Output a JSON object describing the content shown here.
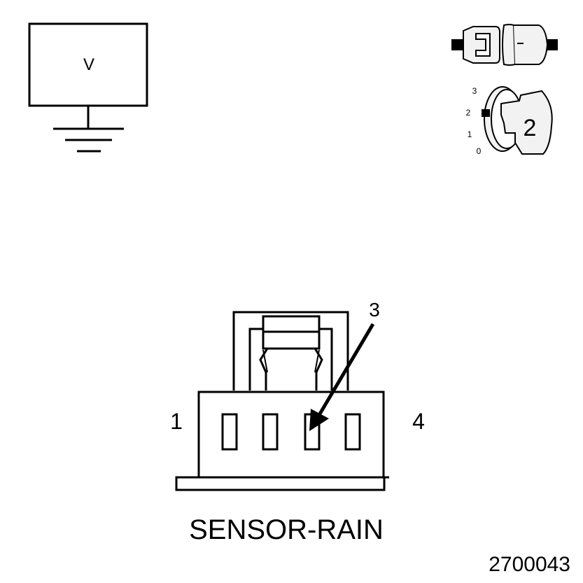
{
  "voltmeter": {
    "symbol": "V"
  },
  "ignition_switch": {
    "positions": [
      "3",
      "2",
      "1",
      "0"
    ],
    "selected_position": "2"
  },
  "connector": {
    "pin_left": "1",
    "pin_right": "4",
    "pin_probed": "3",
    "name": "SENSOR-RAIN"
  },
  "figure_id": "2700043",
  "colors": {
    "line": "#000000",
    "background": "#ffffff",
    "key_fill": "#f2f2f2"
  }
}
